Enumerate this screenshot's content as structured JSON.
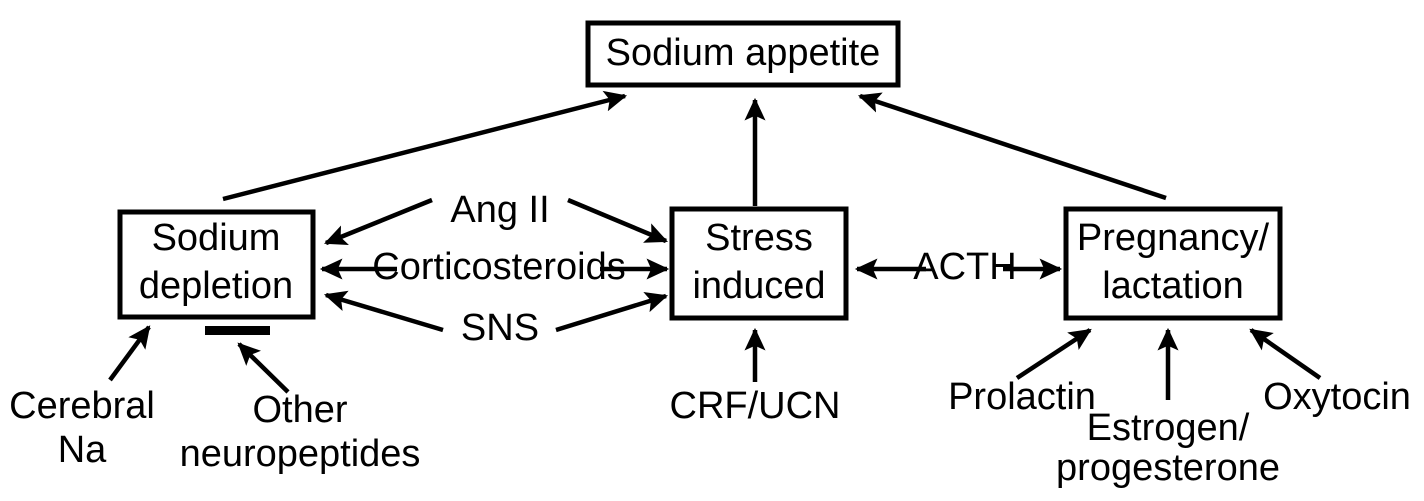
{
  "diagram": {
    "title": "Sodium appetite regulatory pathways",
    "colors": {
      "stroke": "#000000",
      "fill": "#ffffff",
      "text": "#000000"
    },
    "nodes": {
      "sodium_appetite": {
        "label": "Sodium appetite"
      },
      "sodium_depletion": {
        "line1": "Sodium",
        "line2": "depletion"
      },
      "stress_induced": {
        "line1": "Stress",
        "line2": "induced"
      },
      "pregnancy_lactation": {
        "line1": "Pregnancy/",
        "line2": "lactation"
      }
    },
    "edge_labels": {
      "ang_ii": "Ang II",
      "corticosteroids": "Corticosteroids",
      "sns": "SNS",
      "acth": "ACTH"
    },
    "input_labels": {
      "cerebral_na": {
        "line1": "Cerebral",
        "line2": "Na"
      },
      "other_neuropeptides": {
        "line1": "Other",
        "line2": "neuropeptides"
      },
      "crf_ucn": {
        "line1": "CRF/UCN",
        "line2": ""
      },
      "prolactin": {
        "line1": "Prolactin",
        "line2": ""
      },
      "estrogen_progesterone": {
        "line1": "Estrogen/",
        "line2": "progesterone"
      },
      "oxytocin": {
        "line1": "Oxytocin",
        "line2": ""
      }
    }
  }
}
